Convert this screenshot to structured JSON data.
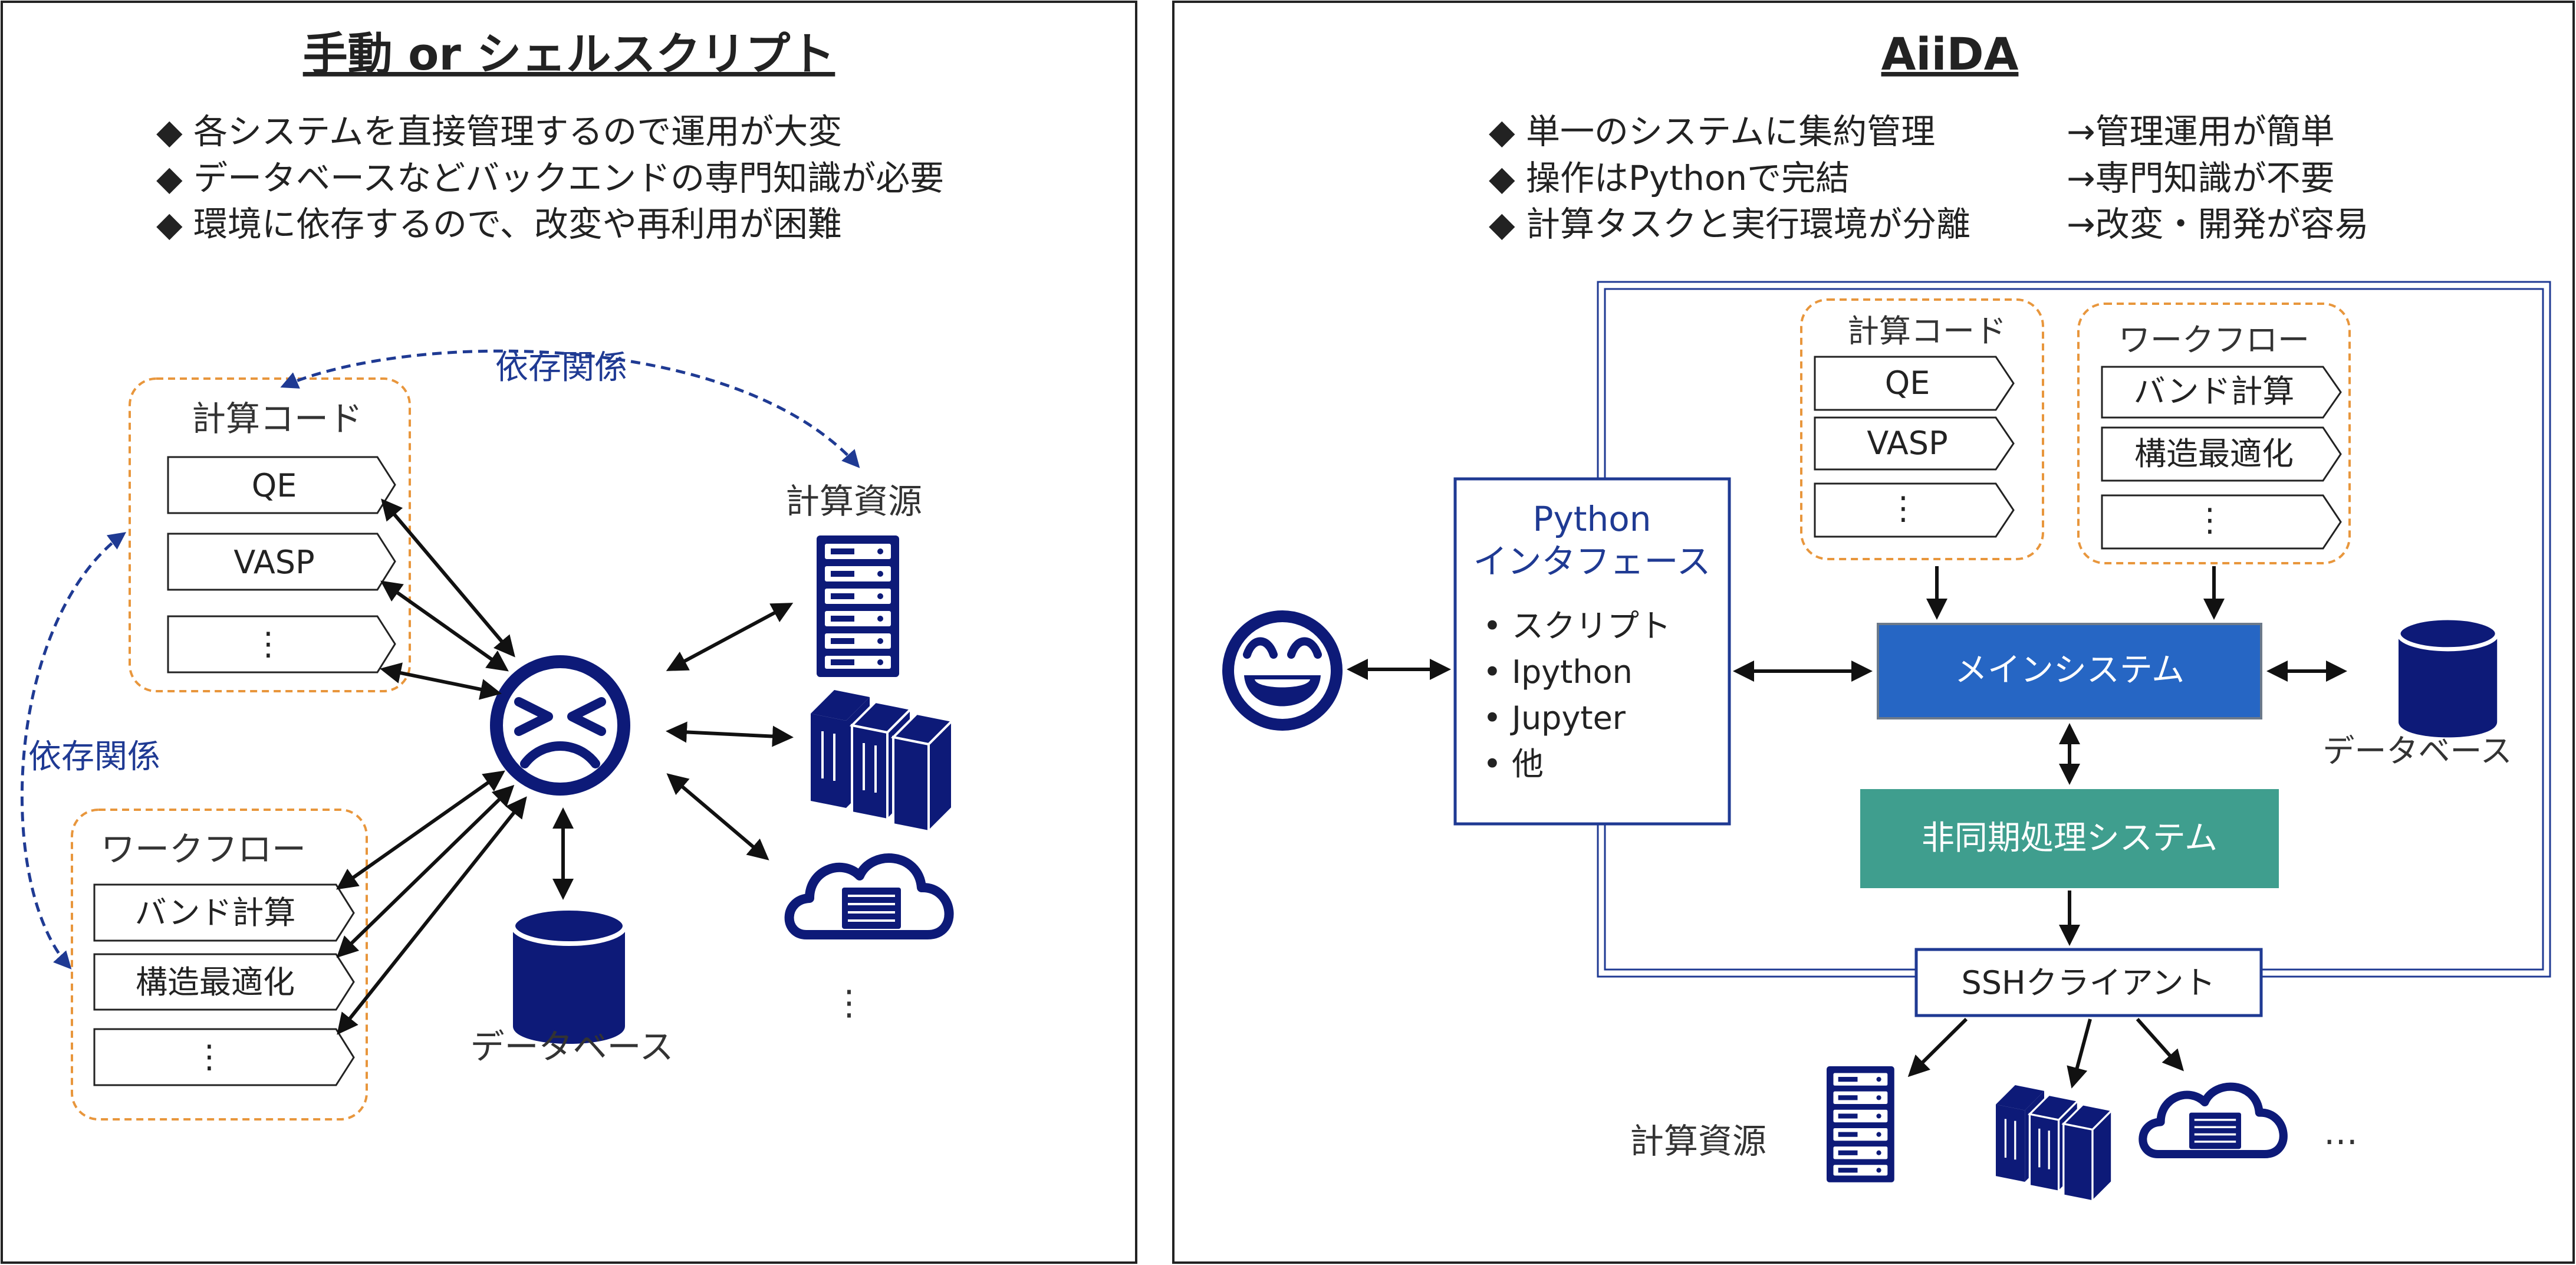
{
  "left": {
    "title": "手動 or シェルスクリプト",
    "bullets": [
      "◆  各システムを直接管理するので運用が大変",
      "◆  データベースなどバックエンドの専門知識が必要",
      "◆  環境に依存するので、改変や再利用が困難"
    ],
    "code_group": {
      "label": "計算コード",
      "items": [
        "QE",
        "VASP",
        "⋮"
      ]
    },
    "workflow_group": {
      "label": "ワークフロー",
      "items": [
        "バンド計算",
        "構造最適化",
        "⋮"
      ]
    },
    "dependency_top": "依存関係",
    "dependency_left": "依存関係",
    "resources_label": "計算資源",
    "database_label": "データベース",
    "more_dots": "⋮"
  },
  "right": {
    "title": "AiiDA",
    "bullets": [
      {
        "text": "◆  単一のシステムに集約管理",
        "result": "→管理運用が簡単"
      },
      {
        "text": "◆  操作はPythonで完結",
        "result": "→専門知識が不要"
      },
      {
        "text": "◆  計算タスクと実行環境が分離",
        "result": "→改変・開発が容易"
      }
    ],
    "code_group": {
      "label": "計算コード",
      "items": [
        "QE",
        "VASP",
        "⋮"
      ]
    },
    "workflow_group": {
      "label": "ワークフロー",
      "items": [
        "バンド計算",
        "構造最適化",
        "⋮"
      ]
    },
    "python_box": {
      "title_1": "Python",
      "title_2": "インタフェース",
      "items": [
        "•  スクリプト",
        "•  Ipython",
        "•  Jupyter",
        "•  他"
      ]
    },
    "main_system": "メインシステム",
    "async_system": "非同期処理システム",
    "ssh_client": "SSHクライアント",
    "database_label": "データベース",
    "resources_label": "計算資源",
    "more_dots": "…"
  },
  "colors": {
    "navy": "#0d1a78",
    "main_blue": "#2666c4",
    "teal": "#3f9e8e",
    "orange_dash": "#e8963c",
    "dependency_blue": "#1f3a93"
  },
  "icons": {
    "left_face": "frustrated-face-icon",
    "right_face": "smiling-face-icon",
    "server": "server-rack-icon",
    "cluster": "cluster-icon",
    "cloud": "cloud-server-icon",
    "database": "database-cylinder-icon"
  }
}
